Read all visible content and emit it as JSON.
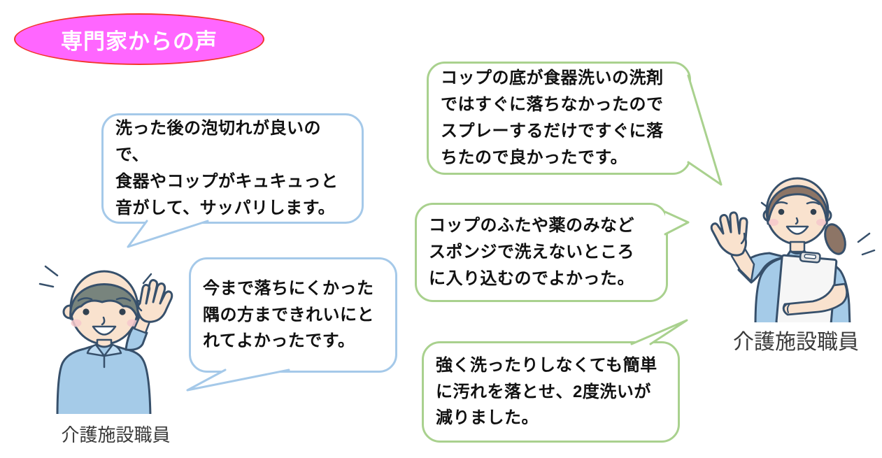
{
  "title": {
    "label": "専門家からの声"
  },
  "bubbles": {
    "man": [
      {
        "text": "洗った後の泡切れが良いので、\n食器やコップがキュキュっと\n音がして、サッパリします。"
      },
      {
        "text": "今まで落ちにくかった\n隅の方まできれいにと\nれてよかったです。"
      }
    ],
    "woman": [
      {
        "text": "コップの底が食器洗いの洗剤\nではすぐに落ちなかったので\nスプレーするだけですぐに落\nちたので良かったです。"
      },
      {
        "text": "コップのふたや薬のみなど\nスポンジで洗えないところ\nに入り込むのでよかった。"
      },
      {
        "text": "強く洗ったりしなくても簡単\nに汚れを落とせ、2度洗いが\n減りました。"
      }
    ]
  },
  "labels": {
    "man": "介護施設職員",
    "woman": "介護施設職員"
  },
  "colors": {
    "title_fill": "#ff66ff",
    "title_border": "#f3362a",
    "title_text": "#ffffff",
    "blue_bubble_border": "#a5c9e9",
    "green_bubble_border": "#a9d18e",
    "bubble_text": "#111111",
    "label_text": "#3a3a3a"
  }
}
